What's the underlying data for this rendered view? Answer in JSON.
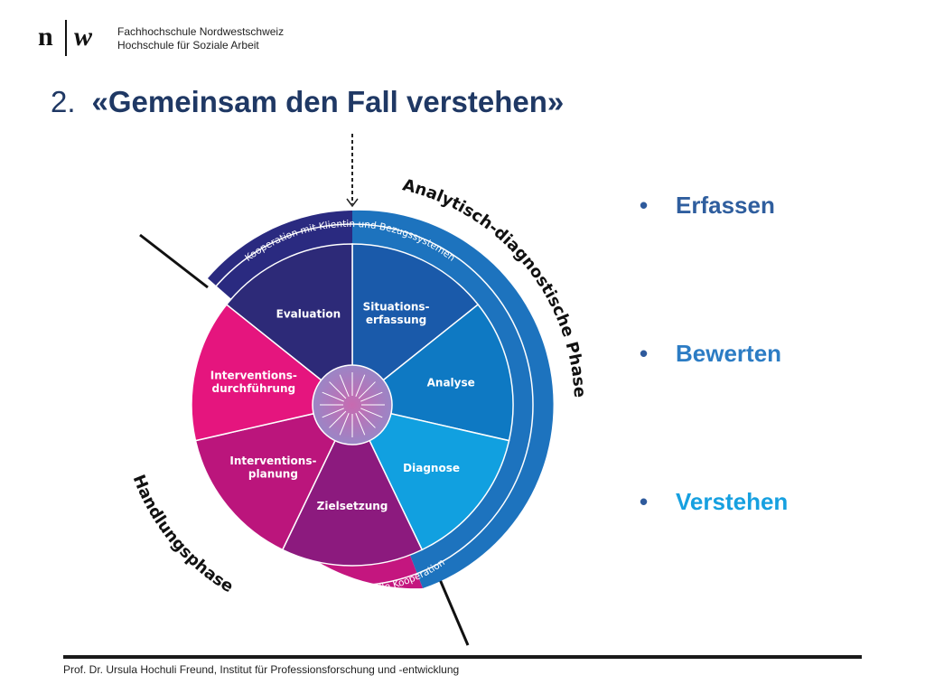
{
  "logo": {
    "mark": "n",
    "mark2": "w",
    "line1": "Fachhochschule Nordwestschweiz",
    "line2": "Hochschule für Soziale Arbeit"
  },
  "title": {
    "number": "2.",
    "text": "«Gemeinsam den Fall verstehen»"
  },
  "diagram": {
    "phase_top": "Analytisch-diagnostische Phase",
    "phase_bottom": "Handlungsphase",
    "ring_top": "Kooperation mit Klientin und Bezugssystemen",
    "ring_bottom": "Intra- und Interprofessionelle Kooperation",
    "segments": [
      {
        "line1": "Situations-",
        "line2": "erfassung",
        "color": "#1a5aaa"
      },
      {
        "line1": "Analyse",
        "line2": "",
        "color": "#0e79c3"
      },
      {
        "line1": "Diagnose",
        "line2": "",
        "color": "#11a0e0"
      },
      {
        "line1": "Zielsetzung",
        "line2": "",
        "color": "#8c1a7e"
      },
      {
        "line1": "Interventions-",
        "line2": "planung",
        "color": "#bb157c"
      },
      {
        "line1": "Interventions-",
        "line2": "durchführung",
        "color": "#e5157e"
      },
      {
        "line1": "Evaluation",
        "line2": "",
        "color": "#2d2a78"
      }
    ]
  },
  "bullets": [
    {
      "text": "Erfassen",
      "color": "#2f5e9e"
    },
    {
      "text": "Bewerten",
      "color": "#2c7cc4"
    },
    {
      "text": "Verstehen",
      "color": "#16a0e0"
    }
  ],
  "footer": {
    "text": "Prof. Dr. Ursula Hochuli Freund, Institut für Professionsforschung und -entwicklung"
  }
}
